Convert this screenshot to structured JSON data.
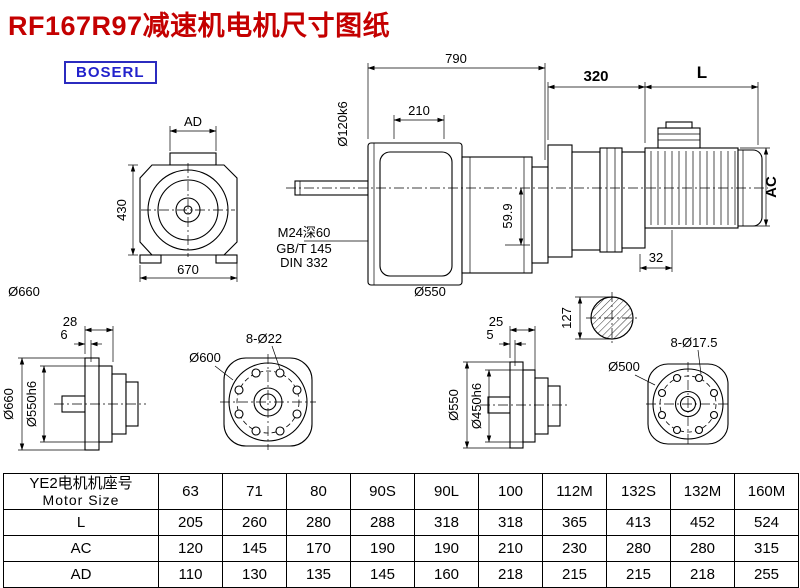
{
  "page": {
    "title": "RF167R97减速机电机尺寸图纸",
    "brand": "BOSERL"
  },
  "labels": {
    "dim_790": "790",
    "dim_320": "320",
    "dim_L": "L",
    "dim_210": "210",
    "dim_shaft": "Ø120k6",
    "dim_ad": "AD",
    "dim_430": "430",
    "dim_670": "670",
    "dim_660": "Ø660",
    "note_m24": "M24深60",
    "note_gbt": "GB/T 145",
    "note_din": "DIN 332",
    "dim_599": "59.9",
    "dim_550": "Ø550",
    "dim_32": "32",
    "dim_ac": "AC",
    "dim_127": "127",
    "b1_28": "28",
    "b1_6": "6",
    "b1_660": "Ø660",
    "b1_550h6": "Ø550h6",
    "b2_600": "Ø600",
    "b2_holes": "8-Ø22",
    "b3_25": "25",
    "b3_5": "5",
    "b3_550": "Ø550",
    "b3_450h6": "Ø450h6",
    "b4_500": "Ø500",
    "b4_holes": "8-Ø17.5"
  },
  "table": {
    "header_cn": "YE2电机机座号",
    "header_en": "Motor Size",
    "sizes": [
      "63",
      "71",
      "80",
      "90S",
      "90L",
      "100",
      "112M",
      "132S",
      "132M",
      "160M"
    ],
    "rows": [
      {
        "label": "L",
        "values": [
          "205",
          "260",
          "280",
          "288",
          "318",
          "318",
          "365",
          "413",
          "452",
          "524"
        ]
      },
      {
        "label": "AC",
        "values": [
          "120",
          "145",
          "170",
          "190",
          "190",
          "210",
          "230",
          "280",
          "280",
          "315"
        ]
      },
      {
        "label": "AD",
        "values": [
          "110",
          "130",
          "135",
          "145",
          "160",
          "218",
          "215",
          "215",
          "218",
          "255"
        ]
      }
    ]
  }
}
